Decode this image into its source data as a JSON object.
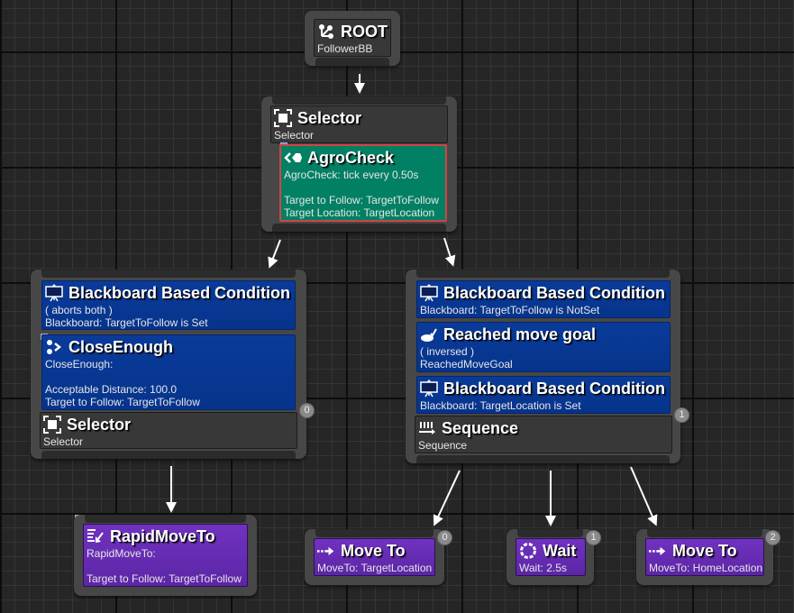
{
  "colors": {
    "background": "#262626",
    "node_frame": "#474747",
    "composite_block": "#383838",
    "decorator_block": "#0a3b9a",
    "service_block": "#018064",
    "service_border": "#d04444",
    "task_block": "#6a2db6",
    "wire": "#ffffff",
    "index_badge": "#8a8a8a"
  },
  "nodes": {
    "root": {
      "title": "ROOT",
      "subtitle": "FollowerBB",
      "icon": "root-fork-icon"
    },
    "top_selector": {
      "title": "Selector",
      "subtitle": "Selector",
      "icon": "selector-icon",
      "service": {
        "title": "AgroCheck",
        "icon": "service-icon",
        "lines": [
          "AgroCheck: tick every 0.50s",
          "",
          "Target to Follow: TargetToFollow",
          "Target Location: TargetLocation"
        ]
      }
    },
    "left_branch": {
      "index": "0",
      "decorators": [
        {
          "title": "Blackboard Based Condition",
          "icon": "blackboard-icon",
          "lines": [
            "( aborts both )",
            "Blackboard: TargetToFollow is Set"
          ]
        },
        {
          "title": "CloseEnough",
          "icon": "custom-decorator-icon",
          "lines": [
            "CloseEnough:",
            "",
            "Acceptable Distance: 100.0",
            "Target to Follow: TargetToFollow"
          ]
        }
      ],
      "composite": {
        "title": "Selector",
        "subtitle": "Selector",
        "icon": "selector-icon"
      }
    },
    "right_branch": {
      "index": "1",
      "decorators": [
        {
          "title": "Blackboard Based Condition",
          "icon": "blackboard-icon",
          "lines": [
            "Blackboard: TargetToFollow is NotSet"
          ]
        },
        {
          "title": "Reached move goal",
          "icon": "reached-goal-icon",
          "lines": [
            "( inversed )",
            "ReachedMoveGoal"
          ]
        },
        {
          "title": "Blackboard Based Condition",
          "icon": "blackboard-icon",
          "lines": [
            "Blackboard: TargetLocation is Set"
          ]
        }
      ],
      "composite": {
        "title": "Sequence",
        "subtitle": "Sequence",
        "icon": "sequence-icon"
      }
    },
    "rapid_move_to": {
      "title": "RapidMoveTo",
      "icon": "custom-task-icon",
      "lines": [
        "RapidMoveTo:",
        "",
        "Target to Follow: TargetToFollow"
      ]
    },
    "move_to_target": {
      "index": "0",
      "title": "Move To",
      "icon": "move-to-icon",
      "lines": [
        "MoveTo: TargetLocation"
      ]
    },
    "wait": {
      "index": "1",
      "title": "Wait",
      "icon": "wait-icon",
      "lines": [
        "Wait: 2.5s"
      ]
    },
    "move_to_home": {
      "index": "2",
      "title": "Move To",
      "icon": "move-to-icon",
      "lines": [
        "MoveTo: HomeLocation"
      ]
    }
  }
}
